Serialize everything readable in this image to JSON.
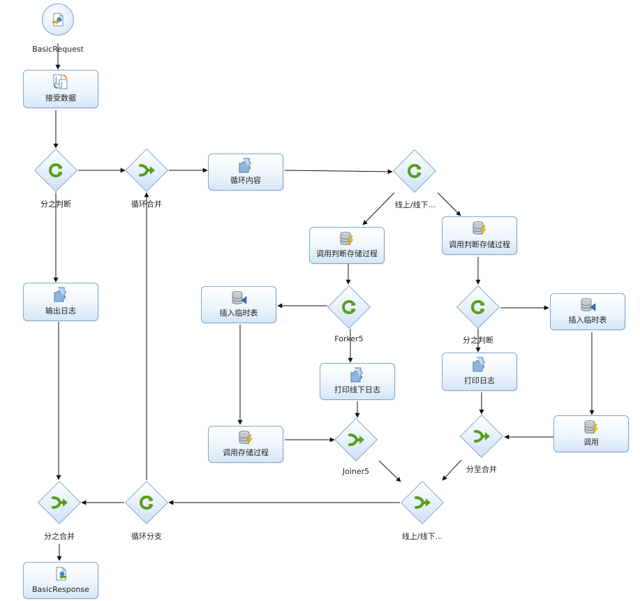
{
  "start_event": {
    "label": "BasicRequest",
    "icon": "request-doc-icon"
  },
  "end_event": {
    "label": "BasicResponse",
    "icon": "response-doc-icon"
  },
  "tasks": {
    "receive_data": {
      "label": "接受数据",
      "icon": "java-transform-icon"
    },
    "output_log": {
      "label": "输出日志",
      "icon": "puzzle-icon"
    },
    "loop_content": {
      "label": "循环内容",
      "icon": "puzzle-icon"
    },
    "call_judge_sp_left": {
      "label": "调用判断存储过程",
      "icon": "database-lightning-icon"
    },
    "call_judge_sp_right": {
      "label": "调用判断存储过程",
      "icon": "database-lightning-icon"
    },
    "insert_temp_left": {
      "label": "插入临时表",
      "icon": "database-insert-icon"
    },
    "insert_temp_right": {
      "label": "插入临时表",
      "icon": "database-insert-icon"
    },
    "print_offline_log": {
      "label": "打印线下日志",
      "icon": "puzzle-icon"
    },
    "print_log": {
      "label": "打印日志",
      "icon": "puzzle-icon"
    },
    "call_sp": {
      "label": "调用存储过程",
      "icon": "database-lightning-icon"
    },
    "call": {
      "label": "调用",
      "icon": "database-lightning-icon"
    }
  },
  "gateways": {
    "split_judge_1": {
      "label": "分之判断",
      "kind": "fork"
    },
    "loop_merge": {
      "label": "循环合并",
      "kind": "join"
    },
    "online_offline_split": {
      "label": "线上/线下...",
      "kind": "fork"
    },
    "forker5": {
      "label": "Forker5",
      "kind": "fork"
    },
    "split_judge_2": {
      "label": "分之判断",
      "kind": "fork"
    },
    "joiner5": {
      "label": "Joiner5",
      "kind": "join"
    },
    "merge_to": {
      "label": "分至合并",
      "kind": "join"
    },
    "online_offline_merge": {
      "label": "线上/线下...",
      "kind": "join"
    },
    "loop_branch": {
      "label": "循环分支",
      "kind": "fork"
    },
    "branch_merge": {
      "label": "分之合并",
      "kind": "join"
    }
  },
  "colors": {
    "node_border": "#7ea6cf",
    "node_fill_top": "#ffffff",
    "node_fill_bottom": "#d6e7f7",
    "gateway_arrow_green": "#5a9e1c",
    "edge": "#111111"
  }
}
